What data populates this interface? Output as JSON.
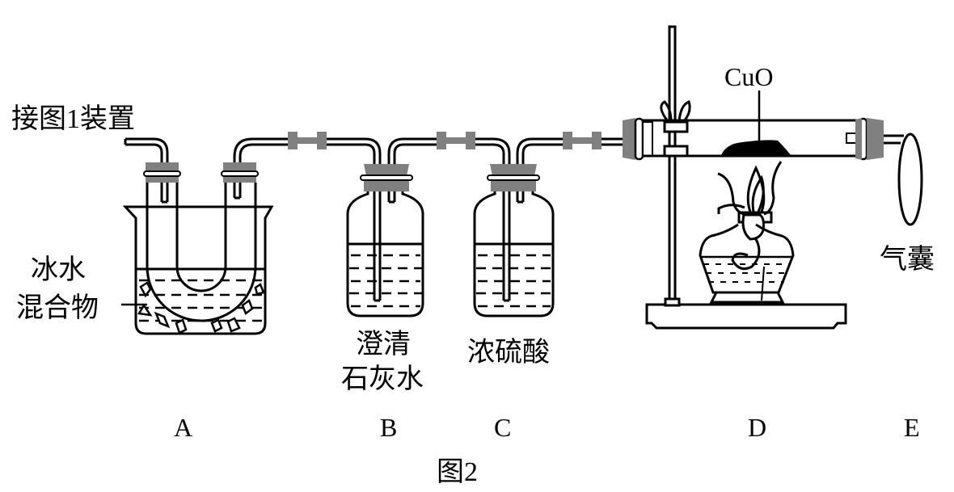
{
  "figure": {
    "caption": "图2",
    "inlet_label": "接图1装置",
    "apparatus": [
      {
        "id": "A",
        "letter": "A",
        "labels": [
          "冰水",
          "混合物"
        ],
        "description": "U-tube in ice-water bath"
      },
      {
        "id": "B",
        "letter": "B",
        "labels": [
          "澄清",
          "石灰水"
        ],
        "description": "gas washing bottle"
      },
      {
        "id": "C",
        "letter": "C",
        "labels": [
          "浓硫酸"
        ],
        "description": "gas washing bottle"
      },
      {
        "id": "D",
        "letter": "D",
        "labels": [
          "CuO"
        ],
        "description": "heated combustion tube on iron stand with alcohol lamp"
      },
      {
        "id": "E",
        "letter": "E",
        "labels": [
          "气囊"
        ],
        "description": "gas bag"
      }
    ]
  }
}
